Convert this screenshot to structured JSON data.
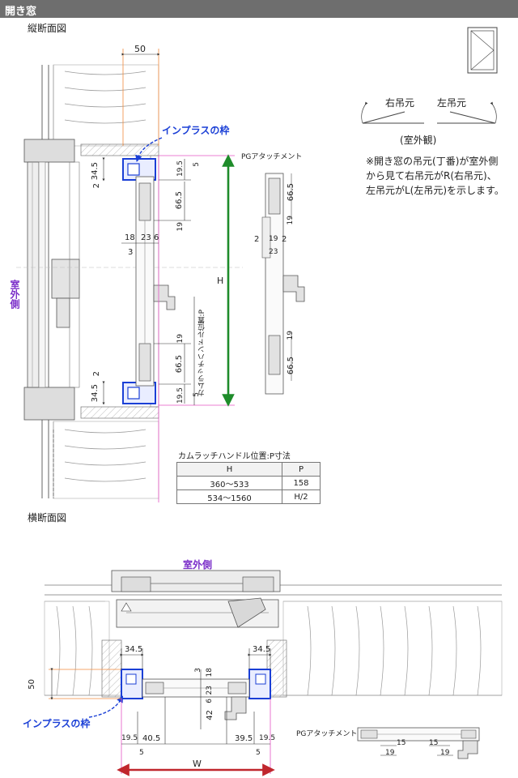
{
  "header": {
    "title": "開き窓"
  },
  "vertical": {
    "title": "縦断面図",
    "room_outside_label": "室外側",
    "inplus_frame_label": "インプラスの枠",
    "dims": {
      "top_width": "50",
      "d34_5_top": "34.5",
      "d2_top": "2",
      "d19_5_top": "19.5",
      "d5_top": "5",
      "d66_5_top": "66.5",
      "d19_top": "19",
      "d18": "18",
      "d23": "23",
      "d6": "6",
      "d3": "3",
      "h_label": "H",
      "handle_label": "カムラッチハンドル位置:P",
      "d66_5_bot": "66.5",
      "d19_bot": "19",
      "d2_bot": "2",
      "d34_5_bot": "34.5",
      "d19_5_bot": "19.5",
      "d5_bot": "5"
    }
  },
  "pg_attach_v": {
    "title": "PGアタッチメント",
    "d66_5_a": "66.5",
    "d19_a": "19",
    "d2": "2",
    "d19_b": "19",
    "d2_b": "2",
    "d23": "23",
    "d19_c": "19",
    "d66_5_b": "66.5"
  },
  "hinge": {
    "right_label": "右吊元",
    "left_label": "左吊元",
    "outside_view": "(室外観)",
    "note_lines": [
      "※開き窓の吊元(丁番)が室外側",
      "から見て右吊元がR(右吊元)、",
      "左吊元がL(左吊元)を示します。"
    ]
  },
  "table": {
    "title": "カムラッチハンドル位置:P寸法",
    "headers": [
      "H",
      "P"
    ],
    "rows": [
      [
        "360〜533",
        "158"
      ],
      [
        "534〜1560",
        "H/2"
      ]
    ]
  },
  "horizontal": {
    "title": "横断面図",
    "room_outside_label": "室外側",
    "inplus_frame_label": "インプラスの枠",
    "dims": {
      "d34_5_l": "34.5",
      "d34_5_r": "34.5",
      "d50": "50",
      "d3": "3",
      "d18": "18",
      "d23": "23",
      "d6": "6",
      "d42": "42",
      "d19_5_l": "19.5",
      "d40_5": "40.5",
      "d5_l": "5",
      "d39_5": "39.5",
      "d19_5_r": "19.5",
      "d5_r": "5",
      "w_label": "W"
    }
  },
  "pg_attach_h": {
    "title": "PGアタッチメント",
    "d15_a": "15",
    "d15_b": "15",
    "d19_a": "19",
    "d19_b": "19"
  },
  "colors": {
    "inplus_blue": "#1a3fd6",
    "purple": "#7b2fc9",
    "h_green": "#1e8c2a",
    "w_red": "#c0262d",
    "guide_pink": "#e455c4",
    "guide_orange": "#f08a3c"
  }
}
